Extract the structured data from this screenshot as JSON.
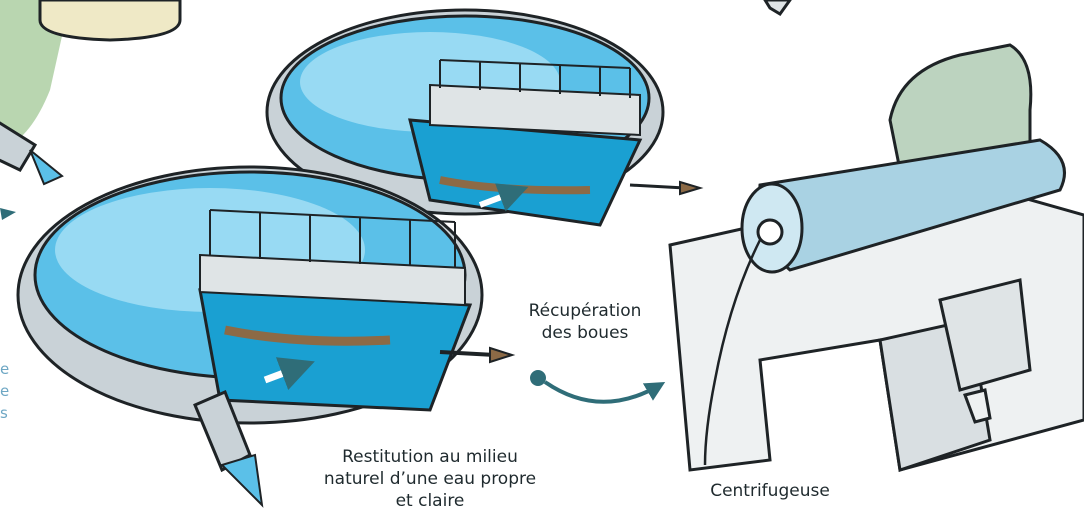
{
  "labels": {
    "sludge_recovery": [
      "Récupération",
      "des boues"
    ],
    "restitution": [
      "Restitution au milieu",
      "naturel d’une eau propre",
      "et claire"
    ],
    "centrifuge": "Centrifugeuse"
  },
  "edge_fragments": [
    "e",
    "e",
    "",
    "s"
  ],
  "colors": {
    "water": "#5bc0e8",
    "water_light": "#a8e0f5",
    "basin_wall": "#c9d2d7",
    "outline": "#1e2326",
    "arrow": "#2f6d78",
    "centrifuge_drum": "#a9d2e3",
    "centrifuge_motor": "#bcd3bf",
    "sludge": "#8c6a46",
    "tank_cream": "#efe9c6",
    "tank_green": "#b9d6b0"
  }
}
